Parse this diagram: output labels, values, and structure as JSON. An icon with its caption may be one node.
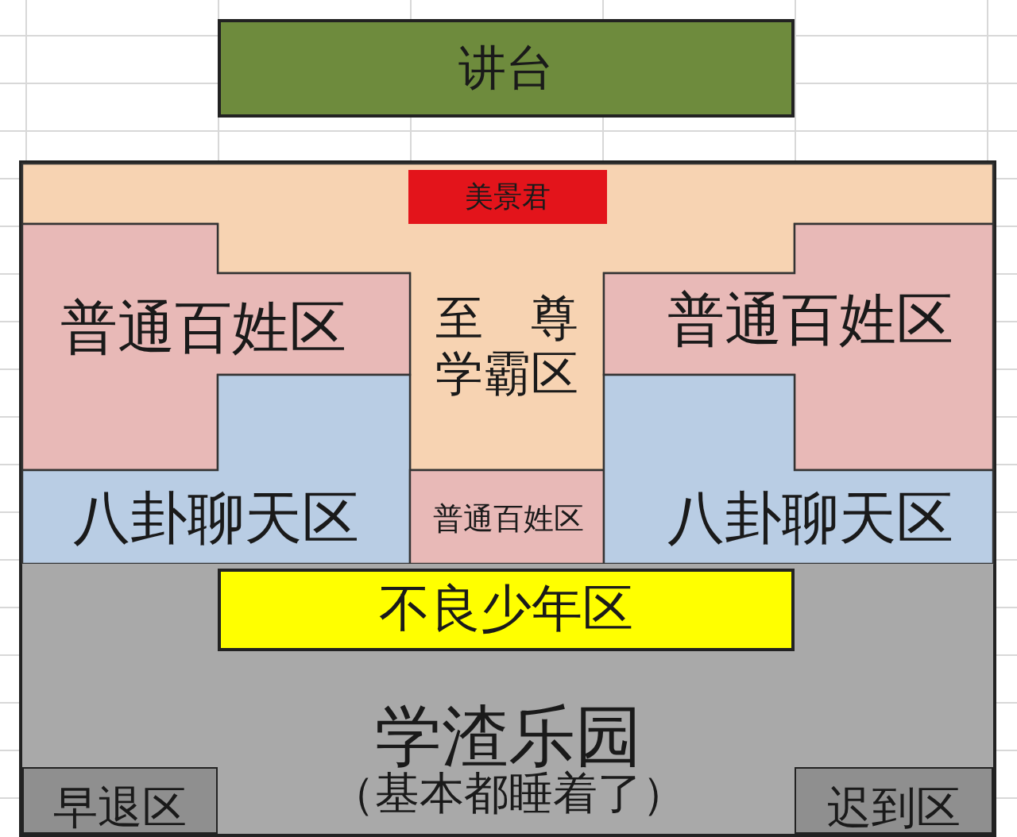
{
  "diagram": {
    "nodes": [
      {
        "text": [
          "讲台"
        ]
      },
      {
        "text": [],
        "shape": "box"
      },
      {
        "text": [
          "至尊学霸区"
        ],
        "in": 1
      },
      {
        "text": [
          "美景君"
        ],
        "in": 2
      },
      {
        "text": [
          "普通百姓区"
        ],
        "in": 1
      },
      {
        "text": [
          "普通百姓区"
        ],
        "in": 1
      },
      {
        "text": [
          "八卦聊天区"
        ],
        "in": 1
      },
      {
        "text": [
          "普通百姓区"
        ],
        "in": 1
      },
      {
        "text": [
          "八卦聊天区"
        ],
        "in": 1
      },
      {
        "text": [
          "学渣乐园",
          "（基本都睡着了）"
        ],
        "in": 1
      },
      {
        "text": [
          "不良少年区"
        ],
        "in": 9
      },
      {
        "text": [
          "早退区"
        ],
        "in": 9
      },
      {
        "text": [
          "迟到区"
        ],
        "in": 9
      }
    ]
  }
}
